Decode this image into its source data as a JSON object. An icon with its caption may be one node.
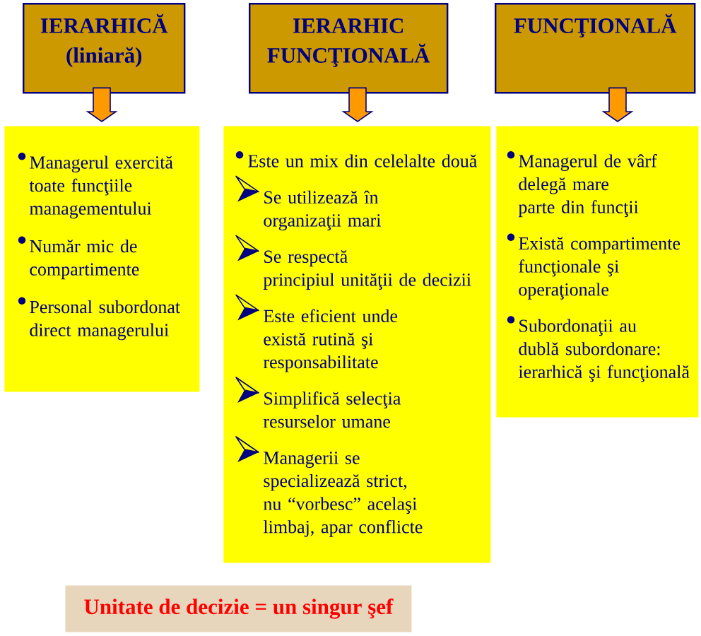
{
  "diagram": {
    "nodes": [
      {
        "text": [
          "IERARHICĂ (liniară)"
        ]
      },
      {
        "text": [
          "IERARHIC FUNCŢIONALĂ"
        ]
      },
      {
        "text": [
          "FUNCŢIONALĂ"
        ]
      },
      {
        "text": [
          "Managerul exercită toate funcţiile managementului",
          "Număr mic de compartimente",
          "Personal subordonat direct managerului"
        ]
      },
      {
        "text": [
          "Este un mix din celelalte două",
          "Se utilizează în organizaţii mari",
          "Se respectă principiul unităţii de decizii",
          "Este eficient unde există rutină şi responsabilitate",
          "Simplifică selecţia resurselor umane",
          "Managerii se specializează strict, nu “vorbesc” acelaşi limbaj, apar conflicte"
        ]
      },
      {
        "text": [
          "Managerul de vârf delegă mare parte din funcţii",
          "Există compartimente funcţionale şi operaţionale",
          "Subordonaţii au dublă subordonare: ierarhică şi funcţională"
        ]
      },
      {
        "text": [
          "Unitate de decizie = un singur şef"
        ]
      }
    ],
    "edges": [
      {
        "from": 0,
        "to": 3,
        "arrow": "to"
      },
      {
        "from": 1,
        "to": 4,
        "arrow": "to"
      },
      {
        "from": 2,
        "to": 5,
        "arrow": "to"
      }
    ]
  }
}
